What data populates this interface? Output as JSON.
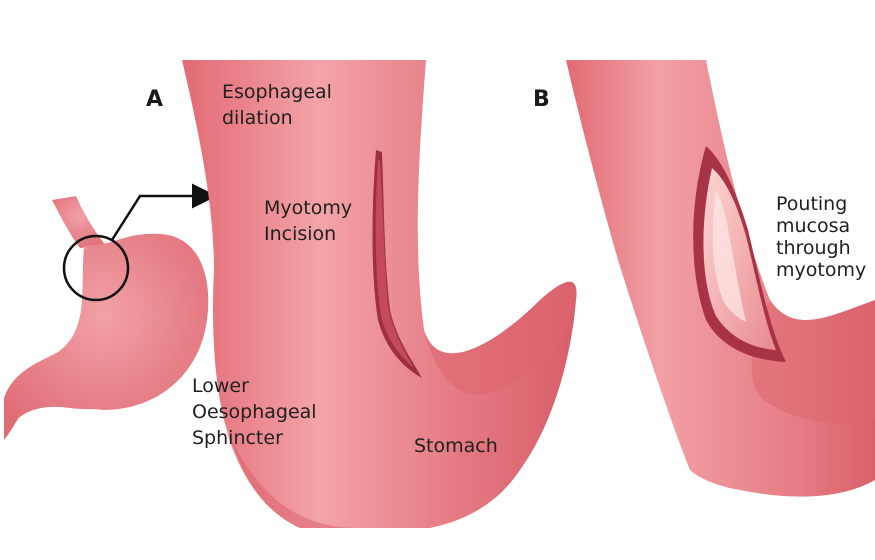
{
  "panels": {
    "a": {
      "letter": "A",
      "esophageal_dilation": [
        "Esophageal",
        "dilation"
      ],
      "myotomy_incision": [
        "Myotomy",
        "Incision"
      ],
      "lower_sphincter": [
        "Lower",
        "Oesophageal",
        "Sphincter"
      ],
      "stomach": "Stomach"
    },
    "b": {
      "letter": "B",
      "pouting_mucosa": [
        "Pouting",
        "mucosa",
        "through",
        "myotomy"
      ]
    }
  },
  "colors": {
    "tissue": "#e4727a",
    "tissue_light": "#f2a2a6",
    "tissue_dark": "#c94f5b",
    "incision": "#9e2f3e",
    "mucosa": "#f7c2c2",
    "outline": "#111111"
  }
}
